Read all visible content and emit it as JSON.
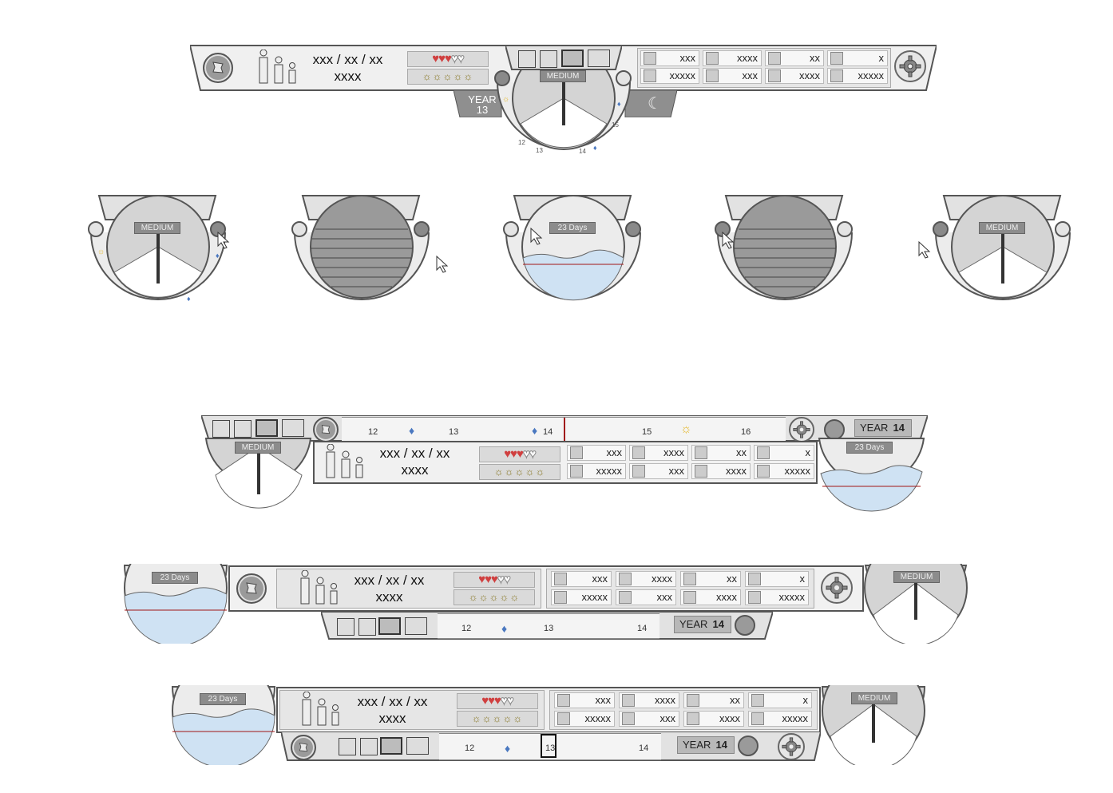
{
  "hud": {
    "date_line1": "xxx / xx / xx",
    "date_line2": "xxxx",
    "stats_row1": [
      "xxx",
      "xxxx",
      "xx",
      "x"
    ],
    "stats_row2": [
      "xxxxx",
      "xxx",
      "xxxx",
      "xxxxx"
    ],
    "hearts_full": 3,
    "hearts_total": 5,
    "suns_total": 5
  },
  "dial": {
    "speed_label": "MEDIUM",
    "days_label": "23 Days",
    "ticks": [
      "12",
      "13",
      "14",
      "15"
    ]
  },
  "top_year": {
    "label": "YEAR",
    "value": "13"
  },
  "bar_year": {
    "label": "YEAR",
    "value": "14"
  },
  "timeline_wide": {
    "ticks": [
      "12",
      "13",
      "14",
      "15",
      "16"
    ]
  },
  "timeline_short": {
    "ticks": [
      "12",
      "13",
      "14"
    ]
  },
  "colors": {
    "heart": "#d04040",
    "water": "#cfe2f3",
    "marker": "#a01515",
    "sun": "#e5b82a"
  }
}
